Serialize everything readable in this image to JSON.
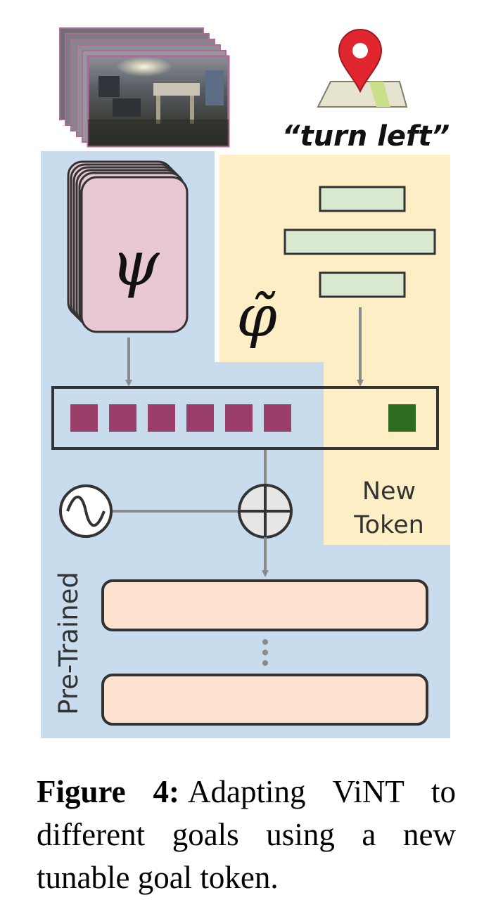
{
  "diagram": {
    "goal_text": "“turn left”",
    "encoder_symbol": "ψ",
    "goal_encoder_symbol": "φ̃",
    "new_token_label_line1": "New",
    "new_token_label_line2": "Token",
    "pretrained_label": "Pre-Trained",
    "colors": {
      "pretrained_bg": "#c8dcee",
      "new_bg": "#fdeec5",
      "encoder_fill": "#e9c8d6",
      "obs_token": "#9b3f6a",
      "goal_token": "#2e6b23",
      "goal_bars": "#d8e9cf",
      "transformer_layer": "#fde3cf",
      "arrow": "#8a8a8a"
    }
  },
  "caption": {
    "label": "Figure 4:",
    "text": "Adapting ViNT to different goals using a new tunable goal token."
  }
}
